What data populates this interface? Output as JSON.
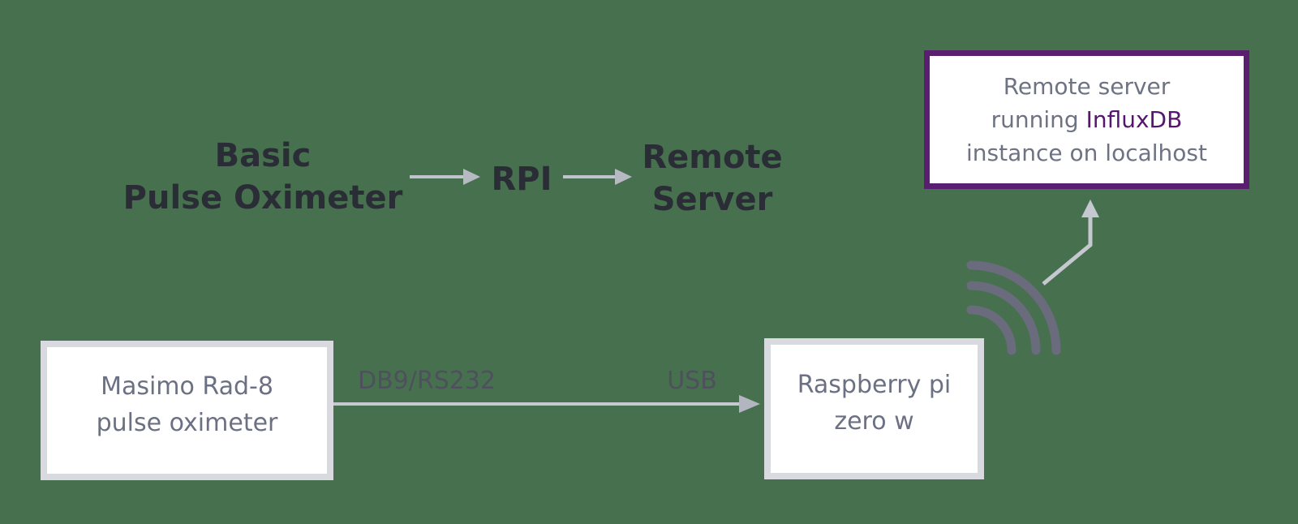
{
  "top_flow": {
    "source": "Basic\nPulse Oximeter",
    "middle": "RPI",
    "target": "Remote\nServer"
  },
  "influx_box": {
    "line1": "Remote server",
    "line2_prefix": "running ",
    "line2_highlight": "InfluxDB",
    "line3": "instance on localhost"
  },
  "oximeter_box": {
    "label": "Masimo Rad-8\npulse oximeter"
  },
  "raspberry_box": {
    "label": "Raspberry pi\nzero w"
  },
  "connections": {
    "serial_label": "DB9/RS232",
    "usb_label": "USB"
  },
  "icons": {
    "wifi": "wifi-signal-icon",
    "flow_arrows": "right-arrow-icon",
    "upload_arrow": "bent-up-arrow-icon"
  },
  "colors": {
    "background": "#47704f",
    "title_text": "#2b2d36",
    "box_text": "#6b7183",
    "connection_label_text": "#4e505d",
    "accent_purple_border": "#5a1e70",
    "influxdb_brand_text": "#561570",
    "gray_box_border": "#d8dae0",
    "arrow_line": "#c6c9d1",
    "arrow_head": "#b6b9c2",
    "wifi_arcs": "#6a6b7c"
  }
}
